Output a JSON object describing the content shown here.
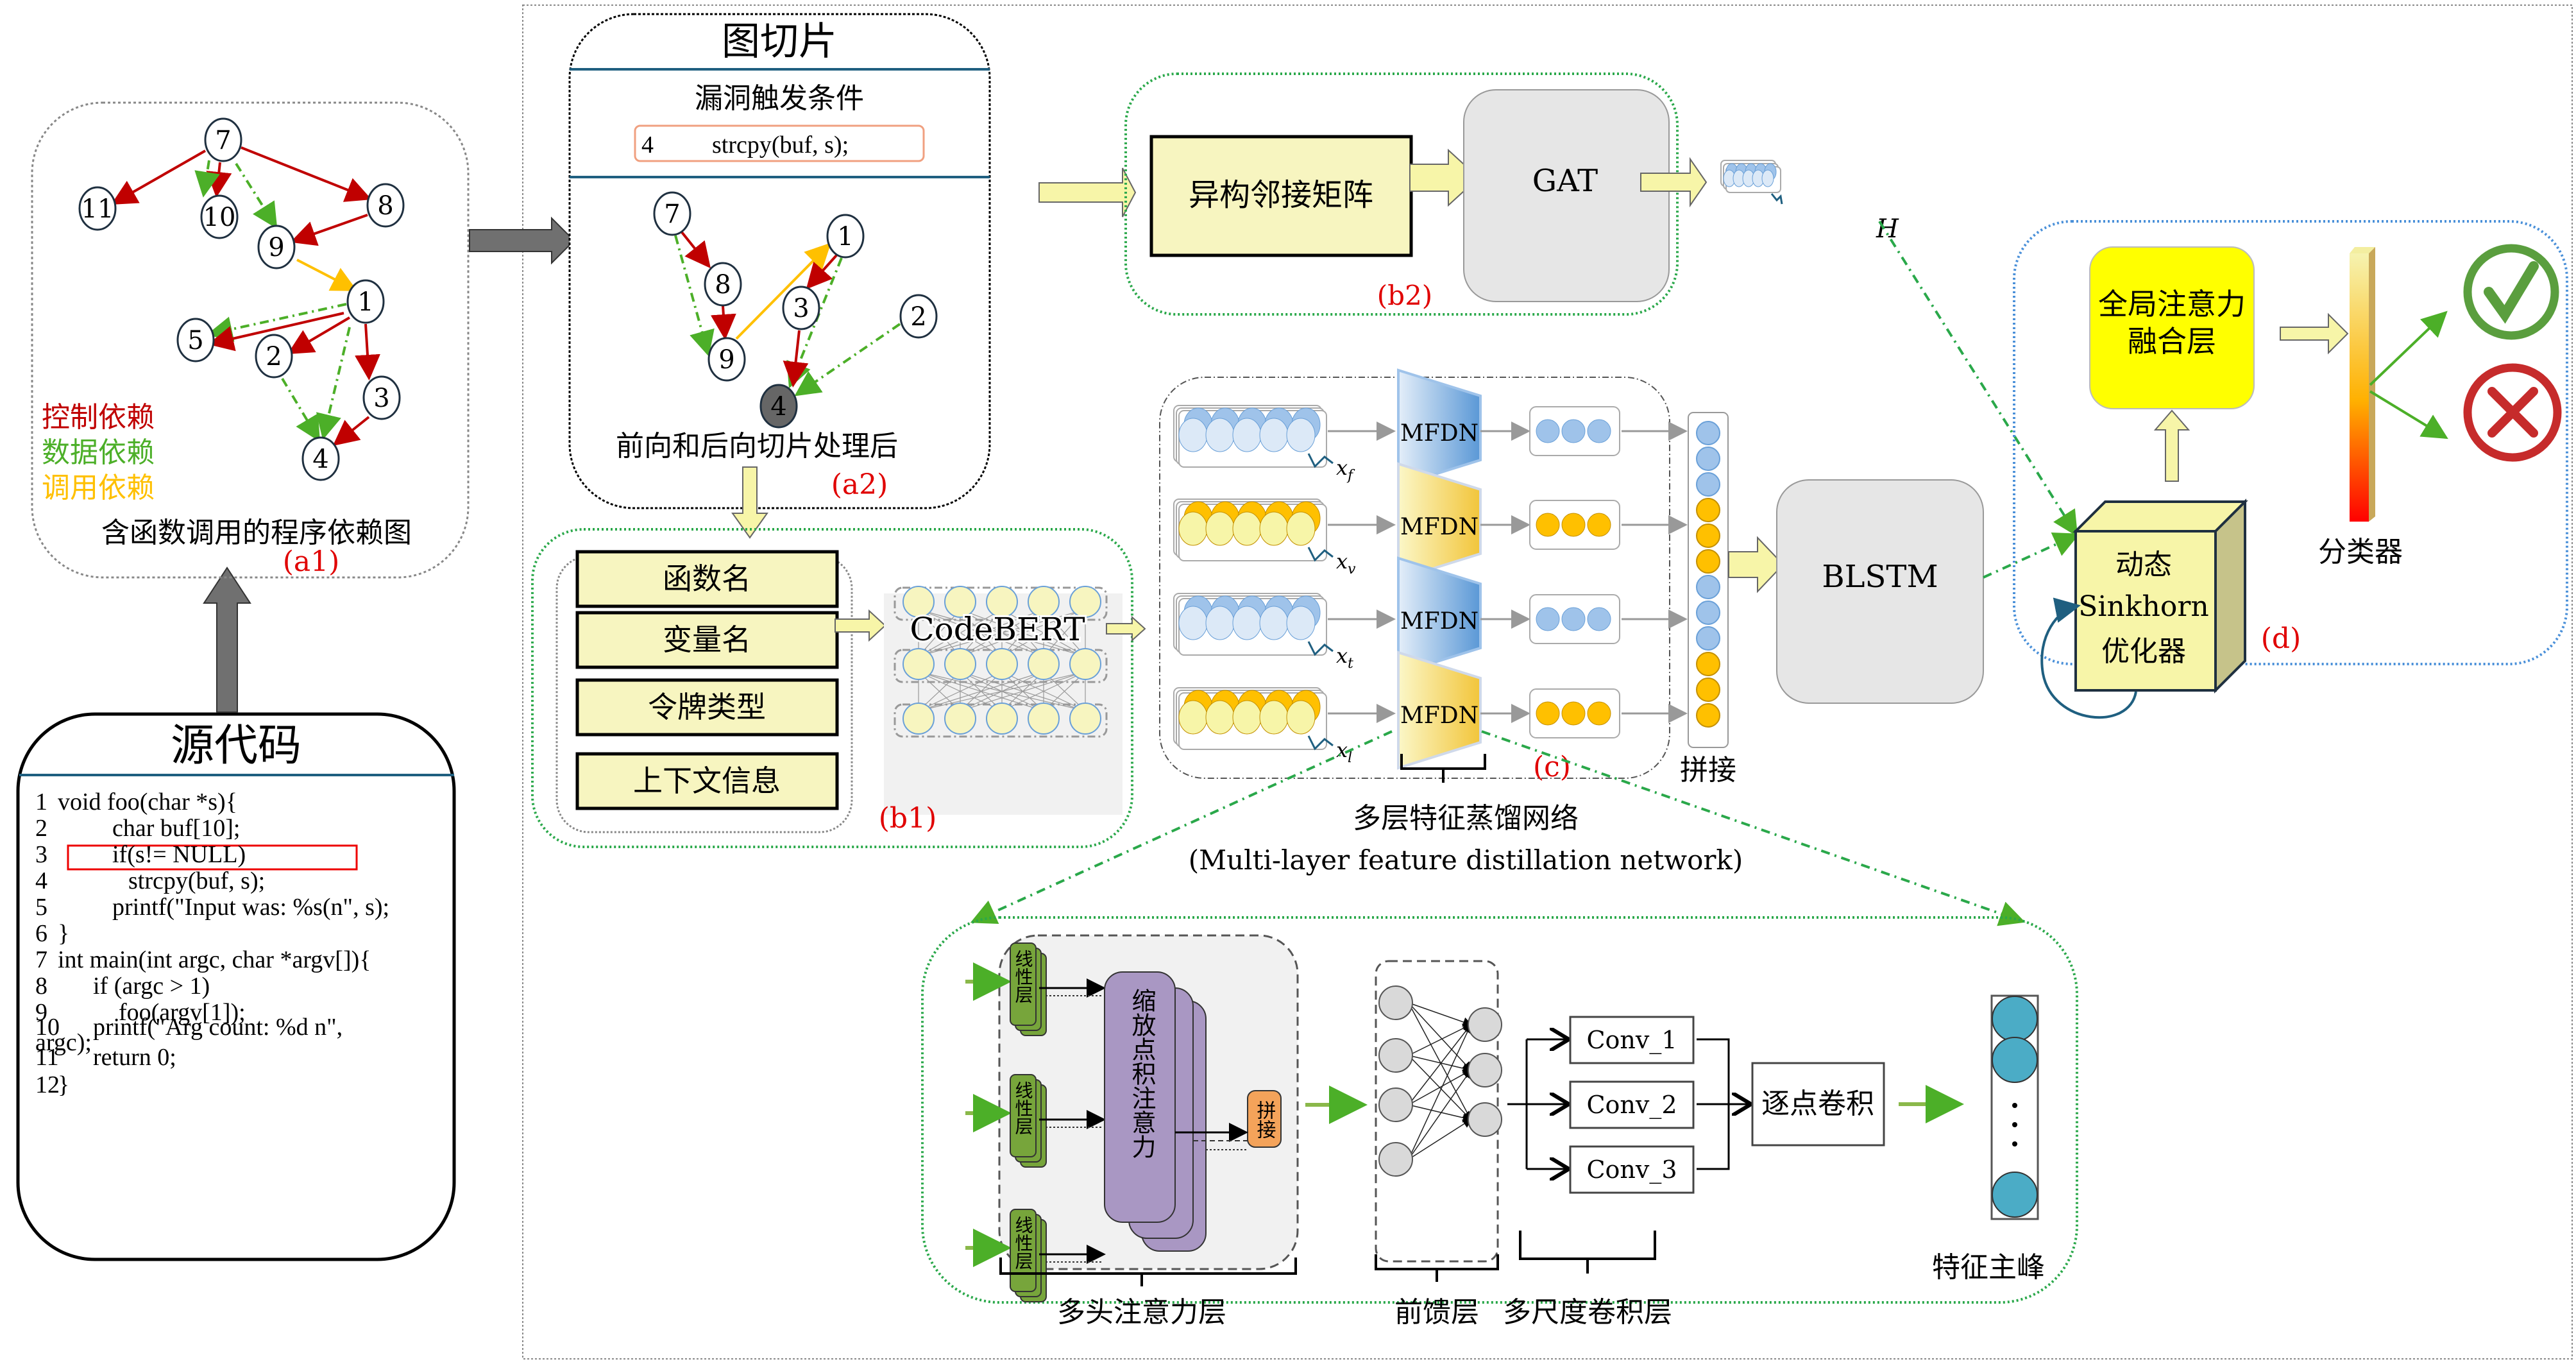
{
  "source": {
    "title": "源代码",
    "lines": [
      {
        "no": "1",
        "code": "void foo(char *s){"
      },
      {
        "no": "2",
        "code": "char buf[10];"
      },
      {
        "no": "3",
        "code": "if(s!= NULL)"
      },
      {
        "no": "4",
        "code": "strcpy(buf, s);"
      },
      {
        "no": "5",
        "code": "printf(\"Input was: %s(n\", s);"
      },
      {
        "no": "6",
        "code": "}"
      },
      {
        "no": "7",
        "code": "int main(int argc, char *argv[]){"
      },
      {
        "no": "8",
        "code": "if (argc > 1)"
      },
      {
        "no": "9",
        "code": "foo(argv[1]);"
      },
      {
        "no": "10",
        "code": "printf(\"Arg count: %d n\","
      },
      {
        "no": "",
        "code": "argc);"
      },
      {
        "no": "11",
        "code": "return 0;"
      },
      {
        "no": "12",
        "code": "}"
      }
    ],
    "highlighted_line": "4"
  },
  "pdg": {
    "caption": "含函数调用的程序依赖图",
    "tag": "(a1)",
    "legend": [
      {
        "label": "控制依赖",
        "color": "#c00000"
      },
      {
        "label": "数据依赖",
        "color": "#4caf28"
      },
      {
        "label": "调用依赖",
        "color": "#ffc000"
      }
    ],
    "nodes": [
      "7",
      "11",
      "10",
      "8",
      "9",
      "1",
      "5",
      "2",
      "3",
      "4"
    ]
  },
  "slice": {
    "title": "图切片",
    "trigger_label": "漏洞触发条件",
    "trigger_line_no": "4",
    "trigger_code": "strcpy(buf, s);",
    "caption": "前向和后向切片处理后",
    "tag": "(a2)",
    "nodes": [
      "7",
      "8",
      "9",
      "1",
      "3",
      "2",
      "4"
    ]
  },
  "b1": {
    "tag": "(b1)",
    "features": [
      "函数名",
      "变量名",
      "令牌类型",
      "上下文信息"
    ],
    "model": "CodeBERT"
  },
  "b2": {
    "tag": "(b2)",
    "matrix_label": "异构邻接矩阵",
    "gat_label": "GAT",
    "output_symbol": "H"
  },
  "c": {
    "tag": "(c)",
    "inputs": [
      "x_f",
      "x_v",
      "x_t",
      "x_l"
    ],
    "block_label": "MFDN",
    "concat_label": "拼接",
    "title_zh": "多层特征蒸馏网络",
    "title_en": "(Multi-layer feature distillation network)",
    "blstm": "BLSTM"
  },
  "d": {
    "tag": "(d)",
    "fusion_label_1": "全局注意力",
    "fusion_label_2": "融合层",
    "sinkhorn_1": "动态",
    "sinkhorn_2": "Sinkhorn",
    "sinkhorn_3": "优化器",
    "classifier": "分类器",
    "outcomes": [
      "check-icon",
      "cross-icon"
    ]
  },
  "detail": {
    "linear_label": "线性层",
    "attention_label": "缩放点积注意力",
    "concat_label": "拼接",
    "mha_caption": "多头注意力层",
    "ffn_caption": "前馈层",
    "convs": [
      "Conv_1",
      "Conv_2",
      "Conv_3"
    ],
    "ms_caption": "多尺度卷积层",
    "pointwise": "逐点卷积",
    "peak_caption": "特征主峰"
  },
  "colors": {
    "control": "#c00000",
    "data": "#4caf28",
    "call": "#ffc000",
    "yellow_box": "#f7f5c0",
    "blue_node": "#a9c8ec",
    "orange_node": "#ffc000",
    "teal_node": "#4bacc6",
    "tag_red": "#ff0000"
  }
}
